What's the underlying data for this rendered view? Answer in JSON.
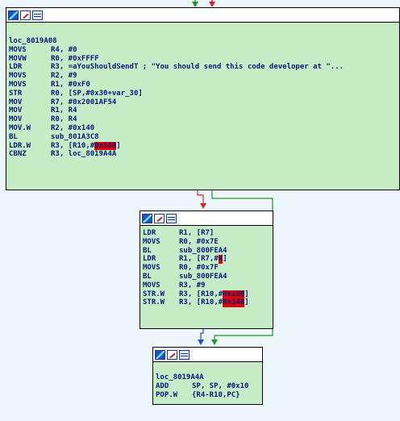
{
  "blocks": {
    "top": {
      "label": "loc_8019A08",
      "lines": [
        {
          "m": "MOVS",
          "o": "R4, #0"
        },
        {
          "m": "MOVW",
          "o": "R0, #0xFFFF"
        },
        {
          "m": "LDR",
          "o": "R3, =aYouShouldSendT ; \"You should send this code developer at \"..."
        },
        {
          "m": "MOVS",
          "o": "R2, #9"
        },
        {
          "m": "MOVS",
          "o": "R1, #0xF0"
        },
        {
          "m": "STR",
          "o": "R0, [SP,#0x30+var_30]"
        },
        {
          "m": "MOV",
          "o": "R7, #0x2001AF54"
        },
        {
          "m": "MOV",
          "o": "R1, R4"
        },
        {
          "m": "MOV",
          "o": "R0, R4"
        },
        {
          "m": "MOV.W",
          "o": "R2, #0x140"
        },
        {
          "m": "BL",
          "o": "sub_801A3C8"
        },
        {
          "m": "LDR.W",
          "o": "R3, [R10,#",
          "hl": "0x180",
          "post": "]"
        },
        {
          "m": "CBNZ",
          "o": "R3, loc_8019A4A"
        }
      ]
    },
    "mid": {
      "lines": [
        {
          "m": "LDR",
          "o": "R1, [R7]"
        },
        {
          "m": "MOVS",
          "o": "R0, #0x7E"
        },
        {
          "m": "BL",
          "o": "sub_800FEA4"
        },
        {
          "m": "LDR",
          "o": "R1, [R7,#",
          "hl": "4",
          "post": "]"
        },
        {
          "m": "MOVS",
          "o": "R0, #0x7F"
        },
        {
          "m": "BL",
          "o": "sub_800FEA4"
        },
        {
          "m": "MOVS",
          "o": "R3, #9"
        },
        {
          "m": "STR.W",
          "o": "R3, [R10,#",
          "hl": "0x180",
          "post": "]"
        },
        {
          "m": "STR.W",
          "o": "R3, [R10,#",
          "hl": "0x140",
          "post": "]"
        }
      ]
    },
    "bot": {
      "label": "loc_8019A4A",
      "lines": [
        {
          "m": "ADD",
          "o": "SP, SP, #0x10"
        },
        {
          "m": "POP.W",
          "o": "{R4-R10,PC}"
        }
      ]
    }
  },
  "colors": {
    "background": "#eef8fc",
    "node": "#c6ecc6",
    "text": "#001a80",
    "highlight": "#e00000",
    "edge_true": "#1a9a1a",
    "edge_false": "#e02020",
    "edge_uncond": "#1e50e0"
  },
  "icons": [
    "graph-icon",
    "edit-icon",
    "text-view-icon"
  ]
}
